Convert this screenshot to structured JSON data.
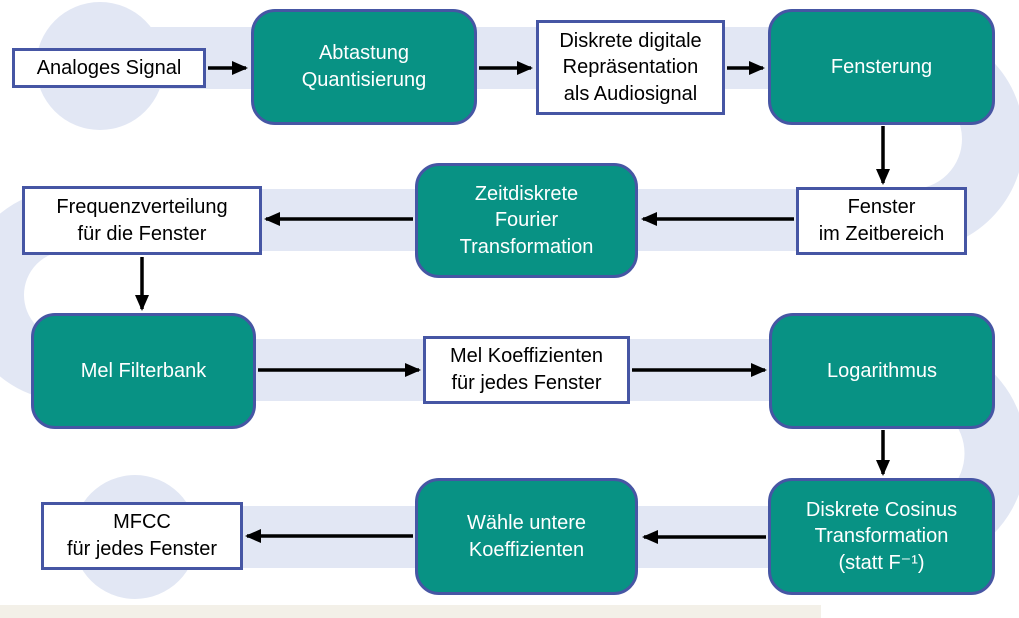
{
  "colors": {
    "process_fill": "#089284",
    "process_text": "#ffffff",
    "data_fill": "#ffffff",
    "data_text": "#000000",
    "box_border": "#4656a4",
    "flow_path": "#e2e7f4",
    "arrow": "#000000",
    "footer_strip": "#f3f0e8"
  },
  "nodes": {
    "analoges_signal": {
      "type": "data",
      "label": "Analoges Signal"
    },
    "abtastung": {
      "type": "process",
      "label": "Abtastung\nQuantisierung"
    },
    "diskrete_repraesentation": {
      "type": "data",
      "label": "Diskrete digitale\nRepräsentation\nals Audiosignal"
    },
    "fensterung": {
      "type": "process",
      "label": "Fensterung"
    },
    "fenster_zeitbereich": {
      "type": "data",
      "label": "Fenster\nim Zeitbereich"
    },
    "fourier": {
      "type": "process",
      "label": "Zeitdiskrete\nFourier\nTransformation"
    },
    "frequenzverteilung": {
      "type": "data",
      "label": "Frequenzverteilung\nfür die Fenster"
    },
    "mel_filterbank": {
      "type": "process",
      "label": "Mel Filterbank"
    },
    "mel_koeffizienten": {
      "type": "data",
      "label": "Mel Koeffizienten\nfür jedes Fenster"
    },
    "logarithmus": {
      "type": "process",
      "label": "Logarithmus"
    },
    "dct": {
      "type": "process",
      "label": "Diskrete Cosinus\nTransformation\n(statt F⁻¹)"
    },
    "waehle_untere": {
      "type": "process",
      "label": "Wähle untere\nKoeffizienten"
    },
    "mfcc": {
      "type": "data",
      "label": "MFCC\nfür jedes Fenster"
    }
  },
  "edges": [
    {
      "from": "analoges_signal",
      "to": "abtastung"
    },
    {
      "from": "abtastung",
      "to": "diskrete_repraesentation"
    },
    {
      "from": "diskrete_repraesentation",
      "to": "fensterung"
    },
    {
      "from": "fensterung",
      "to": "fenster_zeitbereich"
    },
    {
      "from": "fenster_zeitbereich",
      "to": "fourier"
    },
    {
      "from": "fourier",
      "to": "frequenzverteilung"
    },
    {
      "from": "frequenzverteilung",
      "to": "mel_filterbank"
    },
    {
      "from": "mel_filterbank",
      "to": "mel_koeffizienten"
    },
    {
      "from": "mel_koeffizienten",
      "to": "logarithmus"
    },
    {
      "from": "logarithmus",
      "to": "dct"
    },
    {
      "from": "dct",
      "to": "waehle_untere"
    },
    {
      "from": "waehle_untere",
      "to": "mfcc"
    }
  ]
}
